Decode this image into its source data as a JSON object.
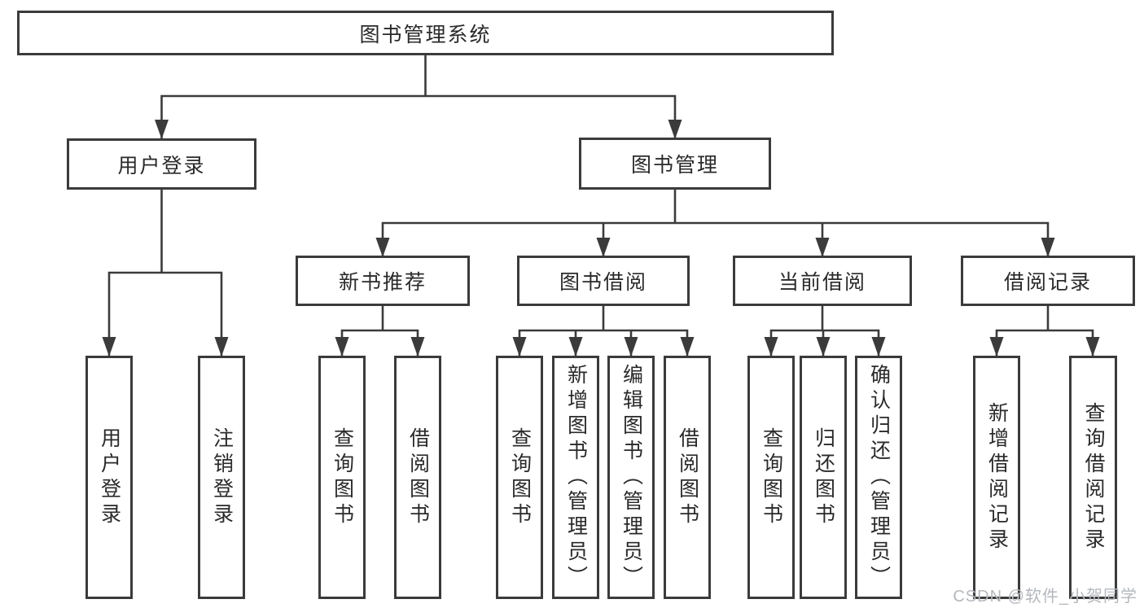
{
  "colors": {
    "line": "#3b3b3b",
    "text": "#2a2a2a",
    "box_bg": "#ffffff",
    "watermark": "#b4b8bd"
  },
  "root": {
    "label": "图书管理系统"
  },
  "level2": {
    "user_login": {
      "label": "用户登录",
      "children": [
        "用户登录",
        "注销登录"
      ]
    },
    "book_mgmt": {
      "label": "图书管理"
    }
  },
  "modules": [
    {
      "label": "新书推荐",
      "children": [
        "查询图书",
        "借阅图书"
      ]
    },
    {
      "label": "图书借阅",
      "children": [
        "查询图书",
        "新增图书（管理员）",
        "编辑图书（管理员）",
        "借阅图书"
      ]
    },
    {
      "label": "当前借阅",
      "children": [
        "查询图书",
        "归还图书",
        "确认归还（管理员）"
      ]
    },
    {
      "label": "借阅记录",
      "children": [
        "新增借阅记录",
        "查询借阅记录"
      ]
    }
  ],
  "watermark": "CSDN @软件_小贺同学"
}
